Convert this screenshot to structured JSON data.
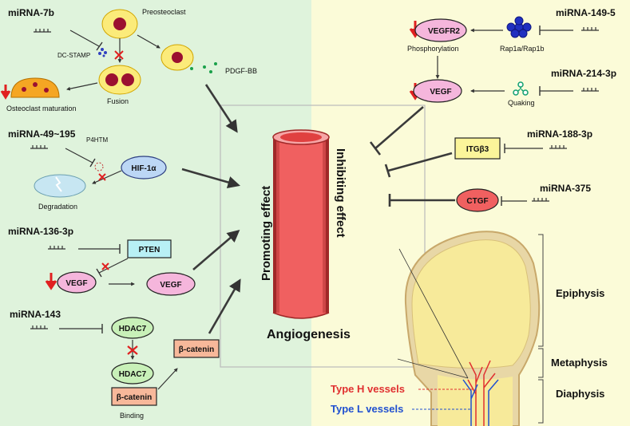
{
  "left": {
    "mirna_7b": "miRNA-7b",
    "preosteoclast": "Preosteoclast",
    "dc_stamp": "DC-STAMP",
    "fusion": "Fusion",
    "osteoclast_maturation": "Osteoclast maturation",
    "pdgf_bb": "PDGF-BB",
    "mirna_49_195": "miRNA-49~195",
    "p4htm": "P4HTM",
    "hif1a": "HIF-1α",
    "degradation": "Degradation",
    "mirna_136_3p": "miRNA-136-3p",
    "pten": "PTEN",
    "vegf_low": "VEGF",
    "vegf_out": "VEGF",
    "mirna_143": "miRNA-143",
    "hdac7_top": "HDAC7",
    "hdac7_bottom": "HDAC7",
    "beta_catenin_bound": "β-catenin",
    "binding": "Binding",
    "beta_catenin_free": "β-catenin"
  },
  "center": {
    "promoting": "Promoting effect",
    "inhibiting": "Inhibiting effect",
    "angiogenesis": "Angiogenesis"
  },
  "right": {
    "mirna_149_5": "miRNA-149-5",
    "vegfr2": "VEGFR2",
    "rap1": "Rap1a/Rap1b",
    "phosphorylation": "Phosphorylation",
    "mirna_214_3p": "miRNA-214-3p",
    "vegf": "VEGF",
    "quaking": "Quaking",
    "mirna_188_3p": "miRNA-188-3p",
    "itgb3": "ITGβ3",
    "mirna_375": "miRNA-375",
    "ctgf": "CTGF",
    "epiphysis": "Epiphysis",
    "metaphysis": "Metaphysis",
    "diaphysis": "Diaphysis",
    "type_h": "Type H vessels",
    "type_l": "Type L vessels"
  },
  "colors": {
    "left_bg": "#dff3dc",
    "right_bg": "#fbfbd8",
    "arrow": "#3a3a3a",
    "down_arrow": "#e02020",
    "type_h": "#e03030",
    "type_l": "#2050d0"
  }
}
